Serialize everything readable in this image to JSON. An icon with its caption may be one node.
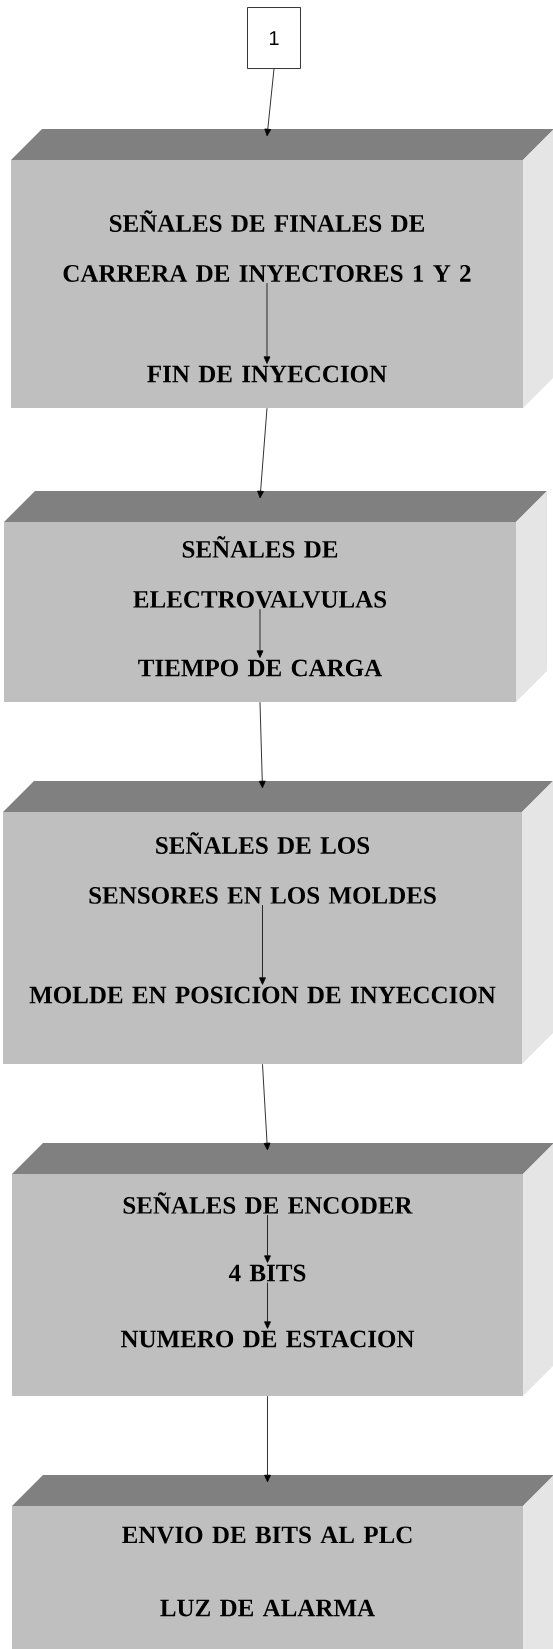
{
  "diagram": {
    "nodes": [
      {
        "text": [
          "1"
        ]
      },
      {
        "text": [],
        "shape": "box"
      },
      {
        "text": [
          "SEÑALES DE FINALES DE CARRERA DE INYECTORES 1 Y 2"
        ],
        "in": 1
      },
      {
        "text": [
          "FIN DE INYECCION"
        ],
        "in": 1
      },
      {
        "text": [],
        "shape": "box"
      },
      {
        "text": [
          "SEÑALES DE ELECTROVALVULAS"
        ],
        "in": 4
      },
      {
        "text": [
          "TIEMPO DE CARGA"
        ],
        "in": 4
      },
      {
        "text": [],
        "shape": "box"
      },
      {
        "text": [
          "SEÑALES DE LOS SENSORES EN LOS MOLDES"
        ],
        "in": 7
      },
      {
        "text": [
          "MOLDE EN POSICION DE INYECCION"
        ],
        "in": 7
      },
      {
        "text": [],
        "shape": "box"
      },
      {
        "text": [
          "SEÑALES DE ENCODER"
        ],
        "in": 10
      },
      {
        "text": [
          "4 BITS"
        ],
        "in": 10
      },
      {
        "text": [
          "NUMERO DE ESTACION"
        ],
        "in": 10
      },
      {
        "text": [],
        "shape": "box"
      },
      {
        "text": [
          "ENVIO DE BITS AL PLC"
        ],
        "in": 14
      },
      {
        "text": [
          "LUZ DE ALARMA"
        ],
        "in": 14
      }
    ],
    "edges": [
      {
        "from": 0,
        "to": 1,
        "arrow": "to"
      },
      {
        "from": 2,
        "to": 3,
        "arrow": "to"
      },
      {
        "from": 1,
        "to": 4,
        "arrow": "to"
      },
      {
        "from": 5,
        "to": 6,
        "arrow": "to"
      },
      {
        "from": 4,
        "to": 7,
        "arrow": "to"
      },
      {
        "from": 8,
        "to": 9,
        "arrow": "to"
      },
      {
        "from": 7,
        "to": 10,
        "arrow": "to"
      },
      {
        "from": 11,
        "to": 12,
        "arrow": "to"
      },
      {
        "from": 12,
        "to": 13,
        "arrow": "to"
      },
      {
        "from": 10,
        "to": 14,
        "arrow": "to"
      }
    ]
  }
}
